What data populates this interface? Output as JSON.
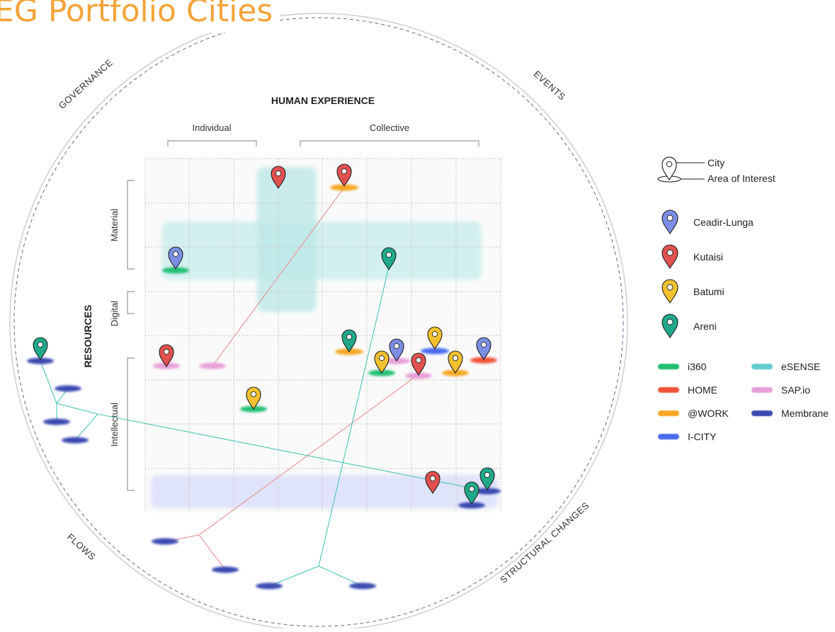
{
  "title": "EG Portfolio Cities",
  "sections": {
    "governance": "GOVERNANCE",
    "events": "EVENTS",
    "flows": "FLOWS",
    "structural_changes": "STRUCTURAL CHANGES"
  },
  "axes": {
    "top_title": "HUMAN EXPERIENCE",
    "top_groups": [
      "Individual",
      "Collective"
    ],
    "left_title": "RESOURCES",
    "left_groups": [
      "Material",
      "Digital",
      "Intellectual"
    ]
  },
  "legend": {
    "symbol": {
      "city_label": "City",
      "area_label": "Area of Interest"
    },
    "cities": [
      {
        "name": "Ceadir-Lunga",
        "color": "#7b8ee3"
      },
      {
        "name": "Kutaisi",
        "color": "#e0514f"
      },
      {
        "name": "Batumi",
        "color": "#f2c12e"
      },
      {
        "name": "Areni",
        "color": "#1fa98a"
      }
    ],
    "areas": [
      {
        "name": "i360",
        "color": "#22c074"
      },
      {
        "name": "eSENSE",
        "color": "#63ccd0"
      },
      {
        "name": "HOME",
        "color": "#f0533a"
      },
      {
        "name": "SAP.io",
        "color": "#e8a0d8"
      },
      {
        "name": "@WORK",
        "color": "#f5a623"
      },
      {
        "name": "Membrane",
        "color": "#3a49b0"
      },
      {
        "name": "I-CITY",
        "color": "#4a6cf0"
      }
    ]
  },
  "colors": {
    "title": "#f4a33a",
    "line_red": "#e89494",
    "line_teal": "#4fc3b5",
    "band_teal": "#cdeeee",
    "band_blue": "#dde2fb",
    "grid": "#c8c8c8"
  }
}
